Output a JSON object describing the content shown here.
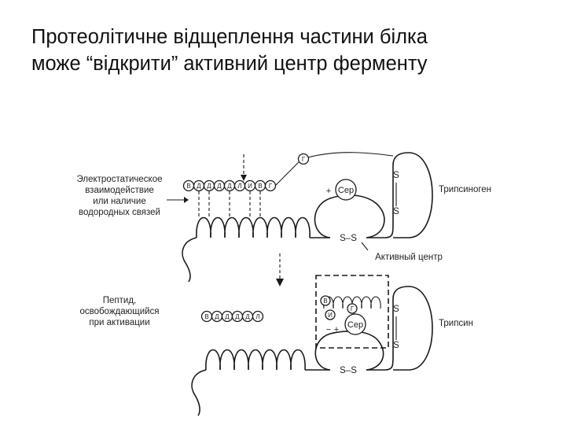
{
  "title": {
    "line1": "Протеолітичне відщеплення частини білка",
    "line2": "може “відкрити” активний центр ферменту"
  },
  "figure": {
    "labels": {
      "interaction": [
        "Электростатическое",
        "взаимодействие",
        "или наличие",
        "водородных связей"
      ],
      "peptide": [
        "Пептид,",
        "освобождающийся",
        "при активации"
      ],
      "trypsinogen": "Трипсиноген",
      "trypsin": "Трипсин",
      "active_center": "Активный центр",
      "ser": "Сер",
      "plus": "+",
      "minus": "−",
      "disulfide": "S–S",
      "s": "S"
    },
    "peptide_top": [
      "В",
      "Д",
      "Д",
      "Д",
      "Д",
      "Л",
      "И",
      "В",
      "Г"
    ],
    "peptide_bottom": [
      "В",
      "Д",
      "Д",
      "Д",
      "Д",
      "Л"
    ],
    "trypsin_site_residues": [
      "В",
      "И",
      "Г"
    ],
    "top_g": "Г"
  }
}
